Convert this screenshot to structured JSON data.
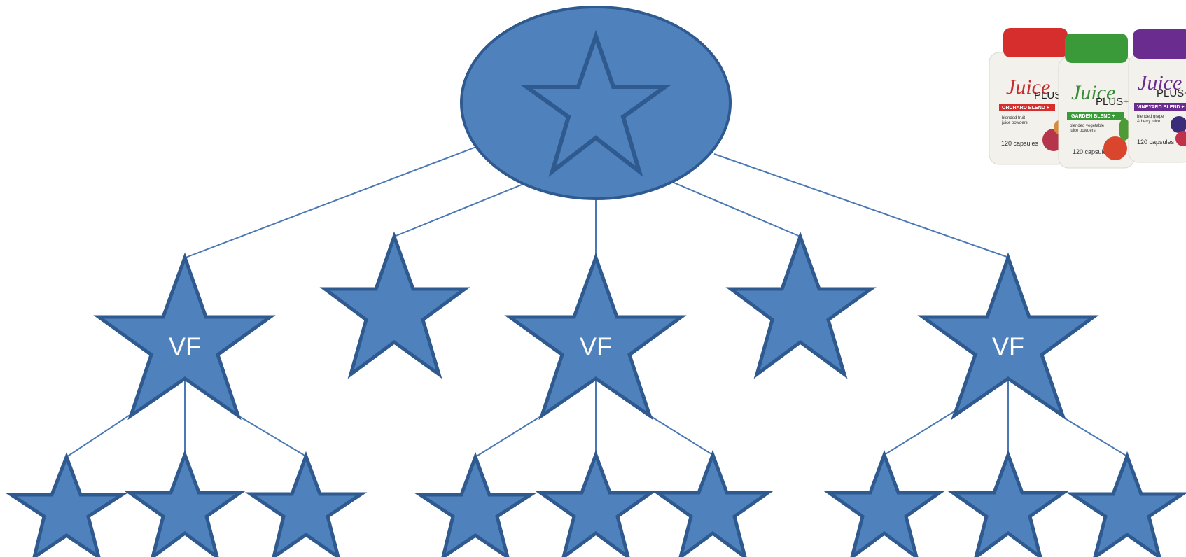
{
  "diagram": {
    "labels": {
      "left_node": "VF",
      "center_node": "VF",
      "right_node": "VF"
    },
    "colors": {
      "star_fill": "#4f81bd",
      "star_outline": "#2f5a8f",
      "connector": "#4a78b5",
      "label_text": "#ffffff"
    }
  },
  "product_image": {
    "jars": [
      {
        "brand": "Juice",
        "plus": "PLUS+",
        "blend": "ORCHARD BLEND +",
        "desc_1": "blended fruit",
        "desc_2": "juice powders",
        "count": "120 capsules",
        "lid_color": "#d62d2d",
        "band_color": "#d62d2d"
      },
      {
        "brand": "Juice",
        "plus": "PLUS+",
        "blend": "GARDEN BLEND +",
        "desc_1": "blended vegetable",
        "desc_2": "juice powders",
        "count": "120 capsules",
        "lid_color": "#3a9a3a",
        "band_color": "#3a9a3a"
      },
      {
        "brand": "Juice",
        "plus": "PLUS+",
        "blend": "VINEYARD BLEND +",
        "desc_1": "blended grape",
        "desc_2": "& berry juice",
        "count": "120 capsules",
        "lid_color": "#6a2d8f",
        "band_color": "#6a2d8f"
      }
    ]
  }
}
